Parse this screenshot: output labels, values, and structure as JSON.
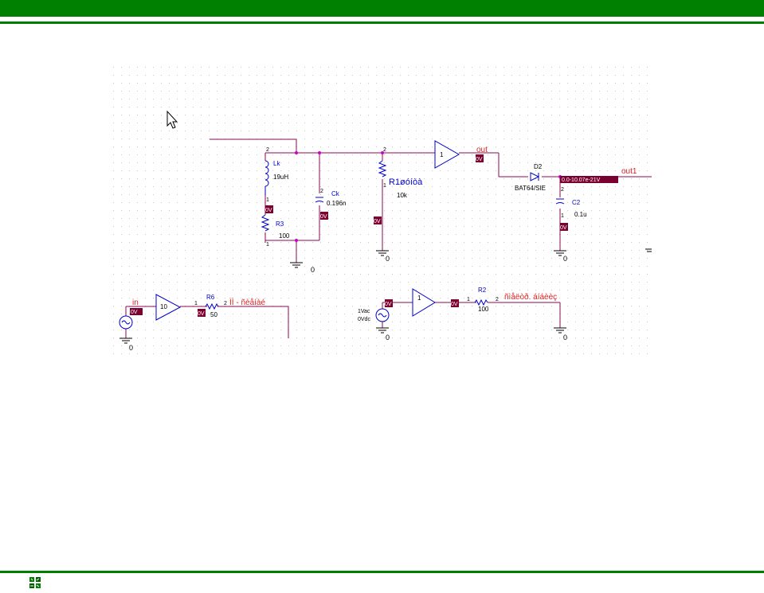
{
  "colors": {
    "header_green": "#008000",
    "wire": "#8b0a50",
    "part": "#0000cc",
    "net_label": "#dd2222",
    "probe": "#7a0030",
    "junction": "#cc00cc"
  },
  "schematic": {
    "parts": {
      "lk": {
        "ref": "Lk",
        "value": "19uH"
      },
      "r3": {
        "ref": "R3",
        "value": "100"
      },
      "ck": {
        "ref": "Ck",
        "value": "0.196n"
      },
      "r1": {
        "ref": "R1øóíòà",
        "value": "10k"
      },
      "d2": {
        "ref": "D2",
        "value": "BAT64/SIE"
      },
      "c2": {
        "ref": "C2",
        "value": "0.1u"
      },
      "r6": {
        "ref": "R6",
        "value": "50"
      },
      "r2": {
        "ref": "R2",
        "value": "100"
      },
      "amp_top": {
        "gain": "1"
      },
      "amp_left": {
        "gain": "10"
      },
      "amp_right": {
        "gain": "1"
      },
      "src_left": {
        "ac": ""
      },
      "src_right": {
        "ac": "1Vac",
        "dc": "0Vdc"
      }
    },
    "pins": {
      "one": "1",
      "two": "2"
    },
    "nets": {
      "out": "out",
      "out1": "out1",
      "in": "in",
      "r6_net": "ÌÌ - ñèåíàé",
      "r2_net": "ñìåëòð. áíáèèç"
    },
    "grounds": {
      "label": "0"
    },
    "probes": {
      "zero": "0V",
      "out1_probe": "0.0-10.07e-21V",
      "src_probe": "0V"
    }
  },
  "footer": {
    "icon": "presentation-icon"
  }
}
